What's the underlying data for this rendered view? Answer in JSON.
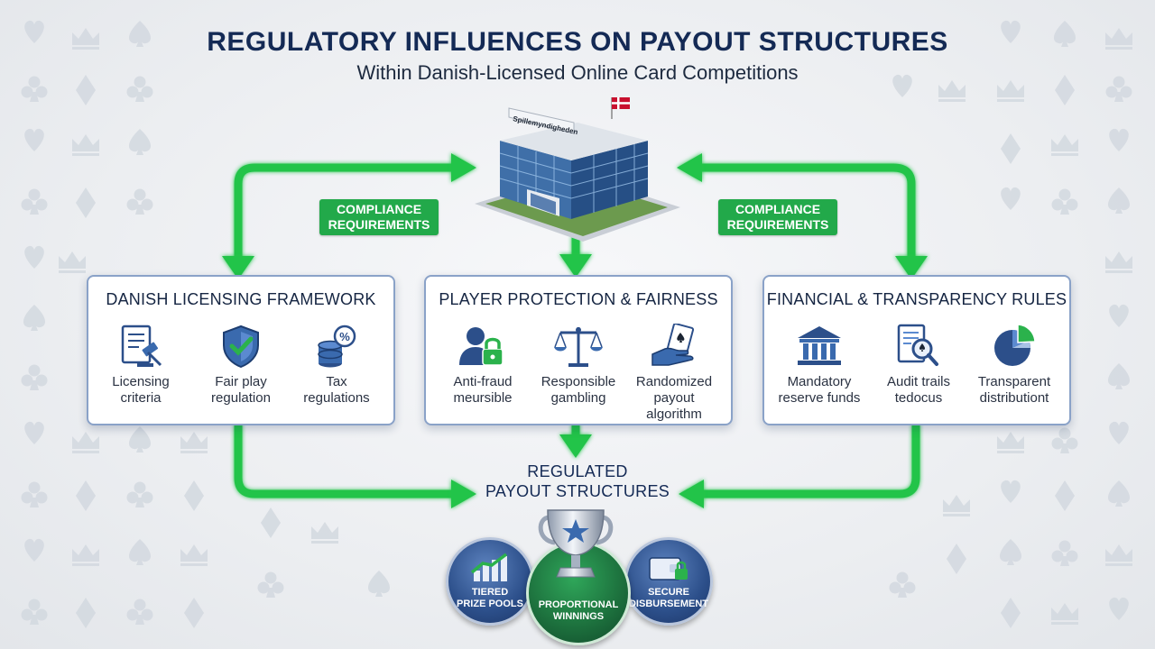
{
  "header": {
    "title": "REGULATORY INFLUENCES ON PAYOUT STRUCTURES",
    "subtitle": "Within Danish-Licensed Online Card Competitions"
  },
  "authority": {
    "building_sign": "Spillemyndigheden",
    "flag_colors": {
      "red": "#c8102e",
      "white": "#ffffff"
    }
  },
  "badges": {
    "left": "COMPLIANCE\nREQUIREMENTS",
    "right": "COMPLIANCE\nREQUIREMENTS"
  },
  "panels": [
    {
      "title": "DANISH LICENSING FRAMEWORK",
      "items": [
        {
          "label": "Licensing\ncriteria",
          "icon": "document-gavel-icon"
        },
        {
          "label": "Fair play\nregulation",
          "icon": "shield-check-icon"
        },
        {
          "label": "Tax\nregulations",
          "icon": "coins-percent-icon"
        }
      ]
    },
    {
      "title": "PLAYER PROTECTION & FAIRNESS",
      "items": [
        {
          "label": "Anti-fraud\nmeursible",
          "icon": "user-lock-icon"
        },
        {
          "label": "Responsible\ngambling",
          "icon": "scales-icon"
        },
        {
          "label": "Randomized\npayout algorithm",
          "icon": "hand-card-icon"
        }
      ]
    },
    {
      "title": "FINANCIAL & TRANSPARENCY RULES",
      "items": [
        {
          "label": "Mandatory\nreserve funds",
          "icon": "bank-icon"
        },
        {
          "label": "Audit trails\ntedocus",
          "icon": "audit-magnifier-icon"
        },
        {
          "label": "Transparent\ndistributiont",
          "icon": "pie-chart-icon"
        }
      ]
    }
  ],
  "result": {
    "label": "REGULATED\nPAYOUT STRUCTURES",
    "outcomes": [
      {
        "label": "TIERED\nPRIZE POOLS",
        "icon": "bar-growth-icon"
      },
      {
        "label": "PROPORTIONAL\nWINNINGS",
        "icon": "trophy-icon"
      },
      {
        "label": "SECURE\nDISBURSEMENT",
        "icon": "wallet-lock-icon"
      }
    ]
  },
  "colors": {
    "arrow_green": "#22c44a",
    "title_navy": "#142a55",
    "panel_border": "#8aa2c8",
    "icon_blue": "#2c4f8a",
    "icon_green": "#2bb24c"
  }
}
